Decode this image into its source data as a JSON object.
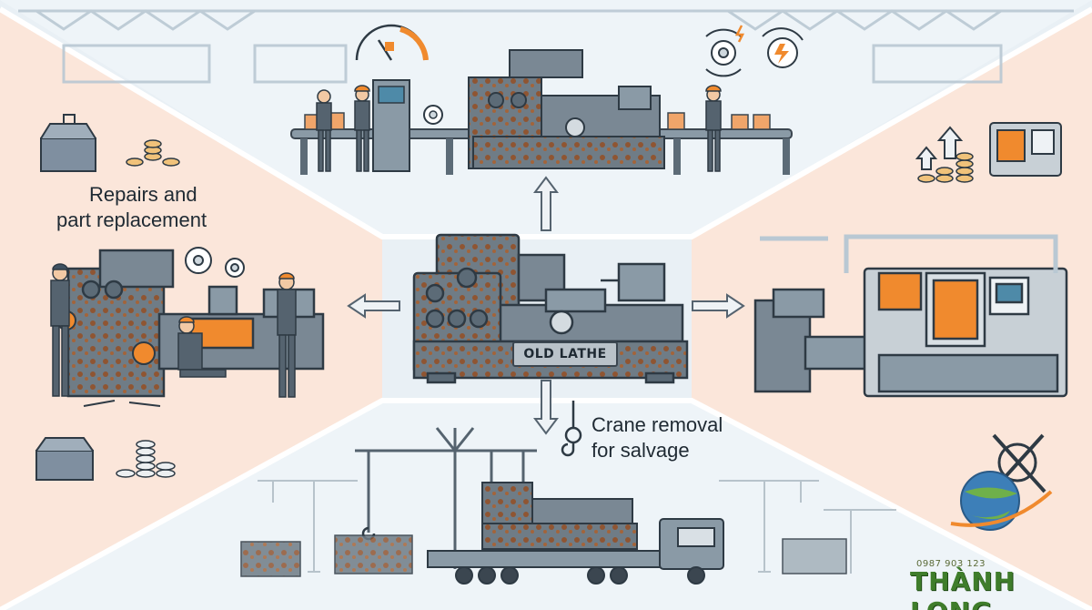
{
  "center": {
    "label": "OLD LATHE"
  },
  "left": {
    "label_line1": "Repairs and",
    "label_line2": "part replacement"
  },
  "bottom": {
    "label_line1": "Crane removal",
    "label_line2": "for salvage"
  },
  "logo": {
    "phone": "0987 903 123",
    "brand": "THÀNH LONG"
  },
  "colors": {
    "accent_orange": "#f08a2e",
    "metal": "#6b7a86",
    "rust": "#9a5a33",
    "panel_left": "#fbe9de",
    "panel_right": "#fbe9de",
    "panel_sky": "#e8f0f6"
  }
}
